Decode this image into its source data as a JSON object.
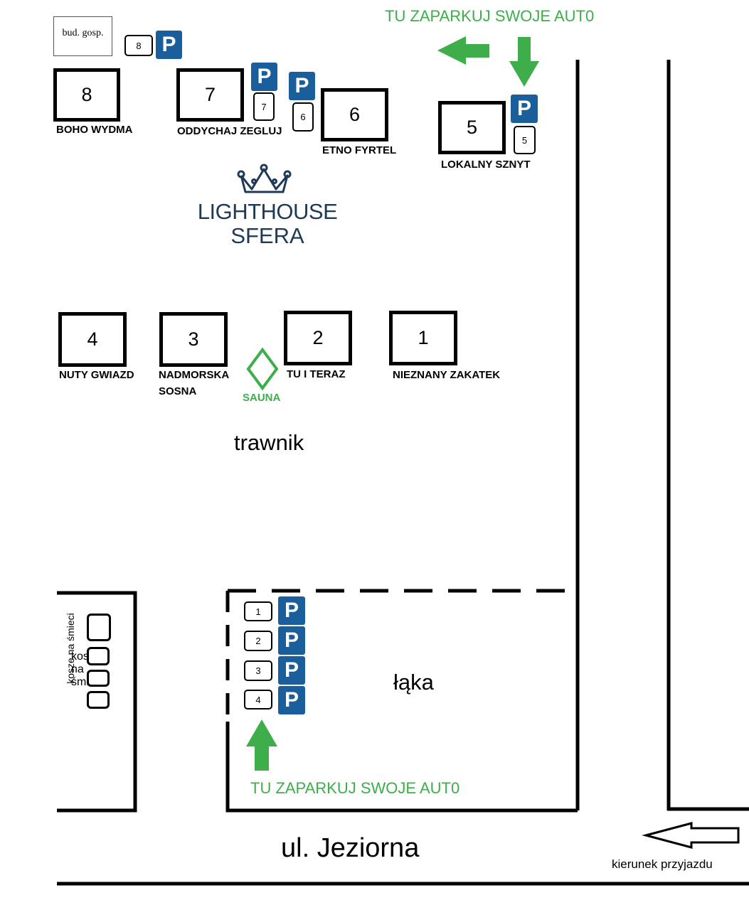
{
  "colors": {
    "parking_sign": "#1a5e9c",
    "parking_arrow": "#3dae4a",
    "logo_navy": "#1f3a57"
  },
  "shed": {
    "label": "bud. gosp."
  },
  "parking_sign_letter": "P",
  "houses": [
    {
      "number": "8",
      "name": "BOHO WYDMA"
    },
    {
      "number": "7",
      "name": "ODDYCHAJ ZEGLUJ"
    },
    {
      "number": "6",
      "name": "ETNO FYRTEL"
    },
    {
      "number": "5",
      "name": "LOKALNY SZNYT"
    },
    {
      "number": "4",
      "name": "NUTY GWIAZD"
    },
    {
      "number": "3",
      "name": "NADMORSKA",
      "name_line2": "SOSNA"
    },
    {
      "number": "2",
      "name": "TU I TERAZ"
    },
    {
      "number": "1",
      "name": "NIEZNANY ZAKATEK"
    }
  ],
  "house_parking_spots": [
    "8",
    "7",
    "6",
    "5"
  ],
  "meadow_parking_spots": [
    "1",
    "2",
    "3",
    "4"
  ],
  "logo": {
    "line1": "LIGHTHOUSE",
    "line2": "SFERA",
    "icon": "crown-icon"
  },
  "sauna": {
    "label": "SAUNA",
    "icon": "diamond-icon"
  },
  "areas": {
    "lawn": "trawnik",
    "meadow": "łąka",
    "bins": "kosze na śmieci"
  },
  "park_here_top": "TU ZAPARKUJ SWOJE AUT0",
  "park_here_bottom": "TU ZAPARKUJ SWOJE AUT0",
  "street": "ul. Jeziorna",
  "direction": "kierunek przyjazdu"
}
